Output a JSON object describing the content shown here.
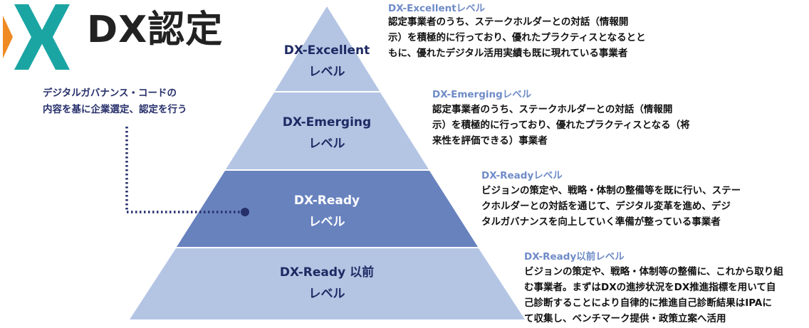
{
  "logo": {
    "text": "DX認定"
  },
  "note": {
    "lines": [
      "デジタルガバナンス・コードの",
      "内容を基に企業選定、認定を行う"
    ]
  },
  "levels": [
    {
      "name": "DX-Excellent",
      "sub": "レベル",
      "color": "#b4c5e4",
      "text_color": "#1e2a63"
    },
    {
      "name": "DX-Emerging",
      "sub": "レベル",
      "color": "#b4c5e4",
      "text_color": "#1e2a63"
    },
    {
      "name": "DX-Ready",
      "sub": "レベル",
      "color": "#6882be",
      "text_color": "#ffffff"
    },
    {
      "name": "DX-Ready 以前",
      "sub": "レベル",
      "color": "#b4c5e4",
      "text_color": "#1e2a63"
    }
  ],
  "descriptions": [
    {
      "title": "DX-Excellentレベル",
      "lines": [
        "認定事業者のうち、ステークホルダーとの対話（情報開",
        "示）を積極的に行っており、優れたプラクティスとなるとと",
        "もに、優れたデジタル活用実績も既に現れている事業者"
      ]
    },
    {
      "title": "DX-Emergingレベル",
      "lines": [
        "認定事業者のうち、ステークホルダーとの対話（情報開",
        "示）を積極的に行っており、優れたプラクティスとなる（将",
        "来性を評価できる）事業者"
      ]
    },
    {
      "title": "DX-Readyレベル",
      "lines": [
        "ビジョンの策定や、戦略・体制の整備等を既に行い、ステー",
        "クホルダーとの対話を通じて、デジタル変革を進め、デジ",
        "タルガバナンスを向上していく準備が整っている事業者"
      ]
    },
    {
      "title": "DX-Ready以前レベル",
      "lines": [
        "ビジョンの策定や、戦略・体制等の整備に、これから取り組",
        "む事業者。まずはDXの進捗状況をDX推進指標を用いて自",
        "己診断することにより自律的に推進自己診断結果はIPAに",
        "て収集し、ベンチマーク提供・政策立案へ活用"
      ]
    }
  ]
}
